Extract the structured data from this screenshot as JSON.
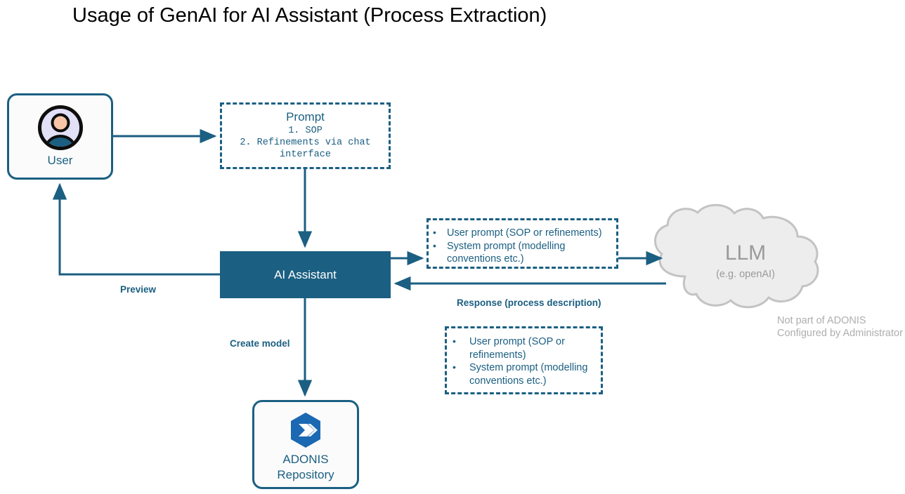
{
  "page": {
    "title": "Usage of GenAI for AI Assistant (Process Extraction)",
    "accent_color": "#1b5f82",
    "logo_color": "#1b68b3",
    "cloud_fill": "#ededed",
    "cloud_stroke": "#c3c3c3",
    "note_color": "#aeaeae"
  },
  "nodes": {
    "user": {
      "label": "User",
      "icon": "user-avatar-icon"
    },
    "prompt": {
      "title": "Prompt",
      "lines": "1. SOP\n2. Refinements via chat\ninterface"
    },
    "ai_assistant": {
      "label": "AI Assistant"
    },
    "payload_top": {
      "bullets": [
        "User prompt (SOP or refinements)",
        "System prompt (modelling conventions etc.)"
      ]
    },
    "payload_bottom": {
      "bullets": [
        "User prompt (SOP or refinements)",
        "System prompt (modelling conventions etc.)"
      ]
    },
    "llm": {
      "title": "LLM",
      "subtitle": "(e.g. openAI)",
      "note": "Not part of ADONIS\nConfigured by Administrator"
    },
    "repository": {
      "label": "ADONIS\nRepository",
      "icon": "adonis-logo-icon"
    }
  },
  "edges": {
    "preview": "Preview",
    "create_model": "Create model",
    "response": "Response (process description)"
  }
}
